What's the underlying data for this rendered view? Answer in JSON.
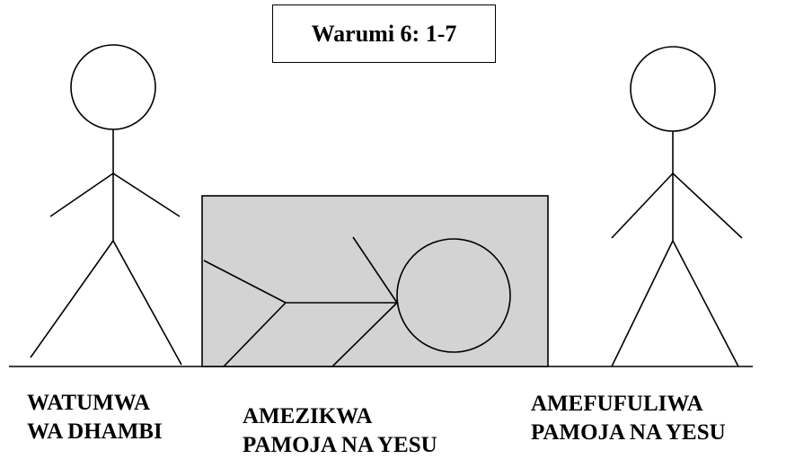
{
  "title": "Warumi 6: 1-7",
  "captions": {
    "left": {
      "line1": "WATUMWA",
      "line2": "WA DHAMBI"
    },
    "middle": {
      "line1": "AMEZIKWA",
      "line2": "PAMOJA NA YESU"
    },
    "right": {
      "line1": "AMEFUFULIWA",
      "line2": "PAMOJA NA YESU"
    }
  },
  "colors": {
    "stroke": "#000000",
    "tomb_fill": "#d3d3d3",
    "background": "#ffffff"
  },
  "figures": [
    "left-stick-figure",
    "buried-figure",
    "right-stick-figure"
  ]
}
